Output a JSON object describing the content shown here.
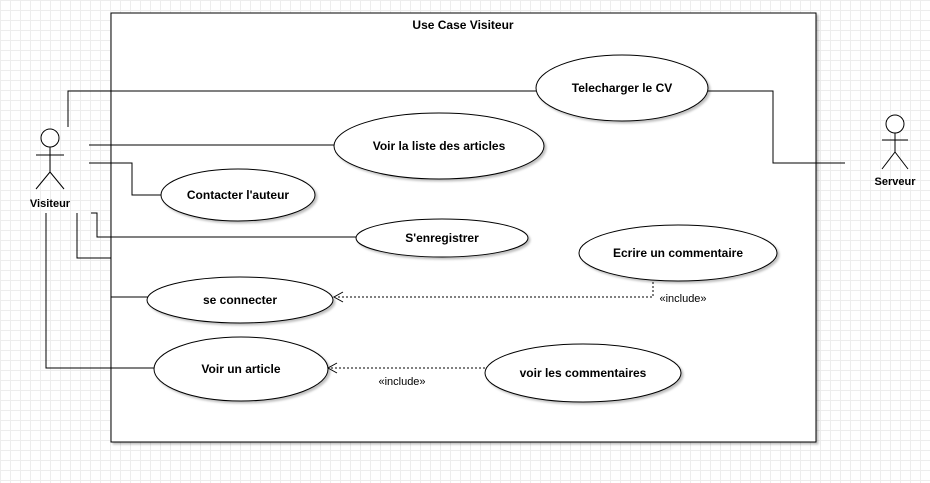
{
  "diagram": {
    "system_title": "Use Case Visiteur",
    "actors": [
      {
        "id": "visiteur",
        "label": "Visiteur"
      },
      {
        "id": "serveur",
        "label": "Serveur"
      }
    ],
    "use_cases": [
      {
        "id": "telecharger",
        "label": "Telecharger le CV"
      },
      {
        "id": "voir_liste",
        "label": "Voir la liste des articles"
      },
      {
        "id": "contacter",
        "label": "Contacter l'auteur"
      },
      {
        "id": "enregistrer",
        "label": "S'enregistrer"
      },
      {
        "id": "ecrire",
        "label": "Ecrire un commentaire"
      },
      {
        "id": "connecter",
        "label": "se connecter"
      },
      {
        "id": "voir_article",
        "label": "Voir un article"
      },
      {
        "id": "voir_commentaires",
        "label": "voir les commentaires"
      }
    ],
    "relations": [
      {
        "type": "association",
        "from": "visiteur",
        "to": "telecharger"
      },
      {
        "type": "association",
        "from": "visiteur",
        "to": "voir_liste"
      },
      {
        "type": "association",
        "from": "visiteur",
        "to": "contacter"
      },
      {
        "type": "association",
        "from": "visiteur",
        "to": "enregistrer"
      },
      {
        "type": "association",
        "from": "visiteur",
        "to": "connecter"
      },
      {
        "type": "association",
        "from": "visiteur",
        "to": "voir_article"
      },
      {
        "type": "association",
        "from": "serveur",
        "to": "telecharger"
      },
      {
        "type": "include",
        "from": "ecrire",
        "to": "connecter",
        "label": "«include»"
      },
      {
        "type": "include",
        "from": "voir_commentaires",
        "to": "voir_article",
        "label": "«include»"
      }
    ]
  }
}
